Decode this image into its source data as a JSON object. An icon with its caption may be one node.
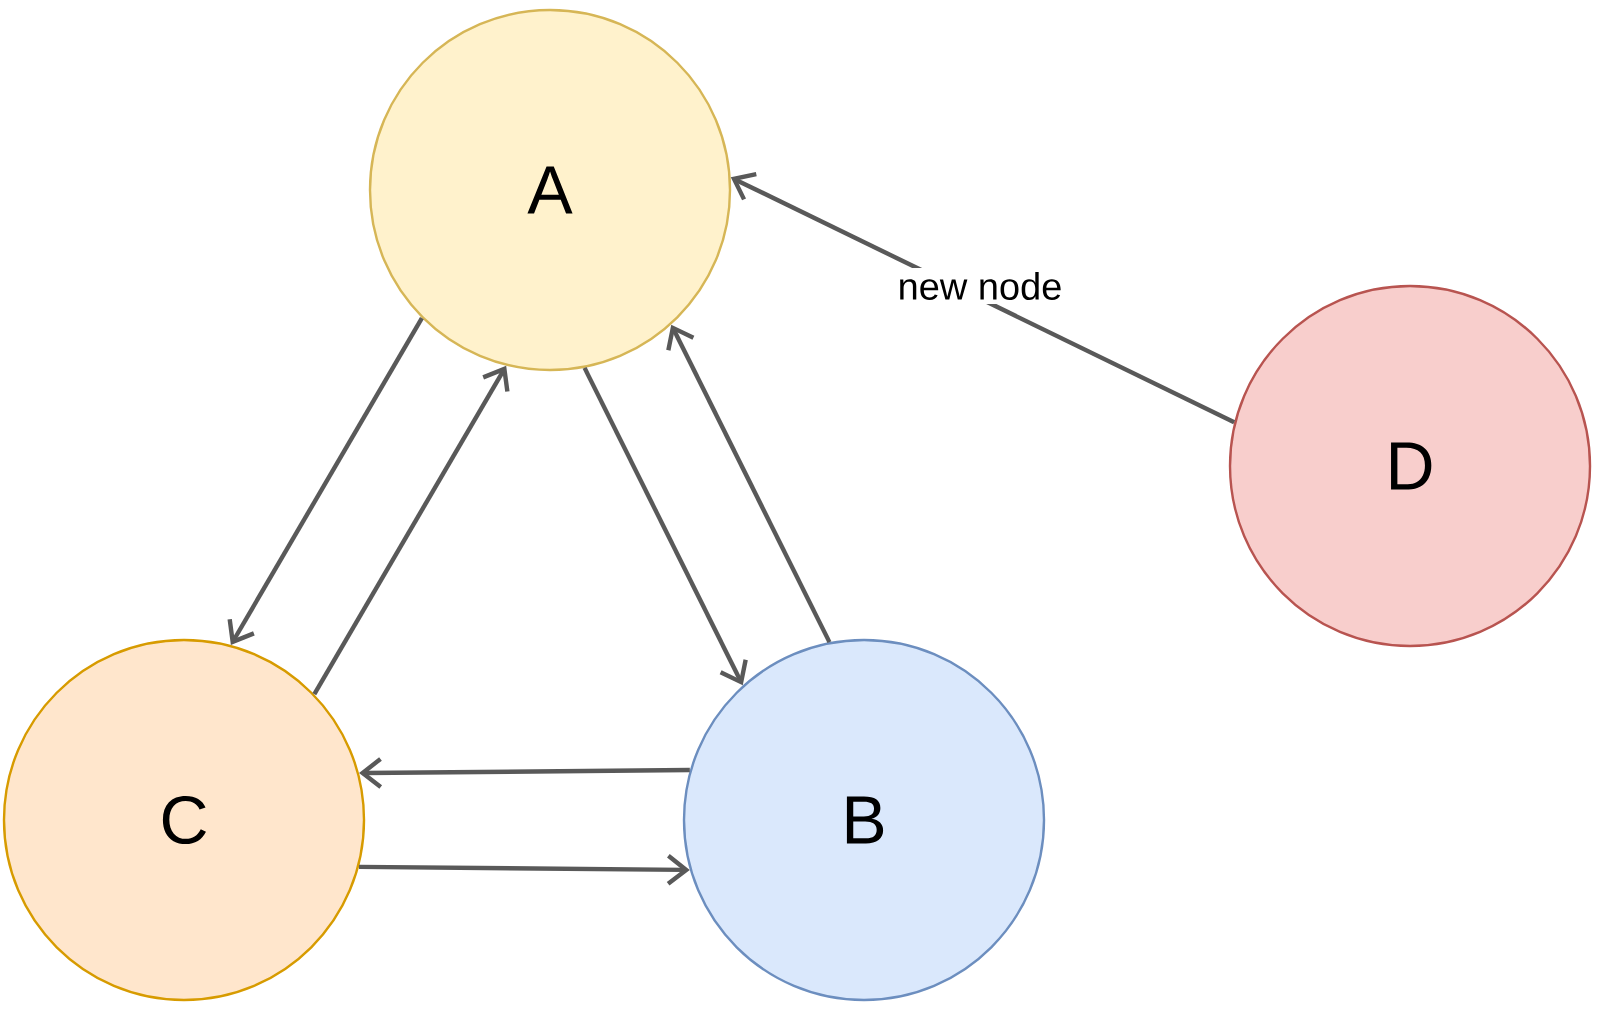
{
  "diagram": {
    "nodes": [
      {
        "text": [
          "A"
        ]
      },
      {
        "text": [
          "B"
        ]
      },
      {
        "text": [
          "C"
        ]
      },
      {
        "text": [
          "D"
        ]
      }
    ],
    "edges": [
      {
        "from": 0,
        "to": 2,
        "arrow": "to"
      },
      {
        "from": 2,
        "to": 0,
        "arrow": "to"
      },
      {
        "from": 0,
        "to": 1,
        "arrow": "to"
      },
      {
        "from": 1,
        "to": 0,
        "arrow": "to"
      },
      {
        "from": 1,
        "to": 2,
        "arrow": "to"
      },
      {
        "from": 2,
        "to": 1,
        "arrow": "to"
      },
      {
        "from": 3,
        "to": 0,
        "arrow": "to",
        "label": "new node"
      }
    ]
  }
}
